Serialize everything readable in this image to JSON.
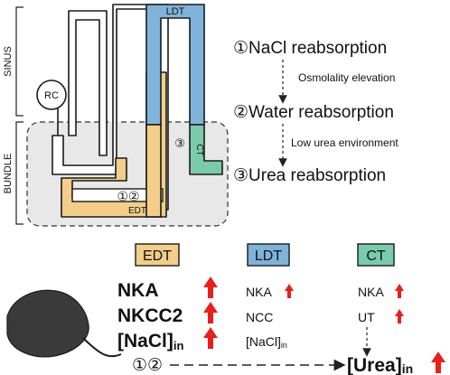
{
  "colors": {
    "edt": "#F2CE8A",
    "ldt": "#7FB3D9",
    "ct": "#7ACBAE",
    "bundle_fill": "#E8E8E8",
    "arrow_red": "#E8201C",
    "outline": "#1a1a1a"
  },
  "diagram": {
    "sinus_label": "SINUS",
    "bundle_label": "BUNDLE",
    "rc_label": "RC",
    "ldt_label": "LDT",
    "ct_label": "CT",
    "edt_label": "EDT",
    "marker_12": "①②",
    "marker_3": "③"
  },
  "steps": [
    {
      "text": "①NaCl reabsorption"
    },
    {
      "text": "②Water reabsorption"
    },
    {
      "text": "③Urea reabsorption"
    }
  ],
  "transitions": [
    {
      "text": "Osmolality elevation"
    },
    {
      "text": "Low urea environment"
    }
  ],
  "segments": {
    "edt": {
      "header": "EDT",
      "items": [
        "NKA",
        "NKCC2",
        "[NaCl]"
      ],
      "sub": "in"
    },
    "ldt": {
      "header": "LDT",
      "items": [
        "NKA",
        "NCC",
        "[NaCl]"
      ],
      "sub": "in"
    },
    "ct": {
      "header": "CT",
      "items": [
        "NKA",
        "UT"
      ]
    }
  },
  "bottom": {
    "source": "①②",
    "target": "[Urea]",
    "target_sub": "in"
  }
}
